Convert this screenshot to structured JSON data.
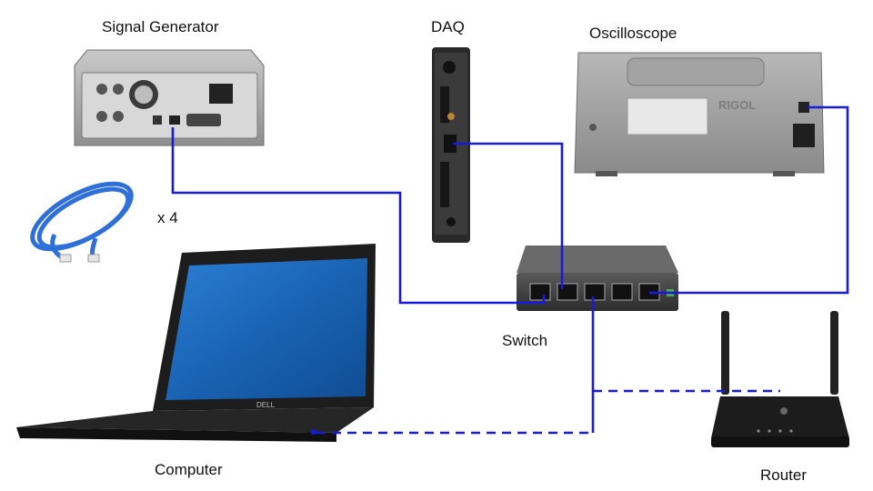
{
  "labels": {
    "signal_generator": "Signal Generator",
    "daq": "DAQ",
    "oscilloscope": "Oscilloscope",
    "cable_count": "x 4",
    "switch": "Switch",
    "computer": "Computer",
    "router": "Router"
  },
  "device_text": {
    "oscilloscope_brand": "RIGOL",
    "computer_brand": "DELL"
  },
  "connections": [
    {
      "from": "Signal Generator",
      "to": "Switch",
      "style": "solid"
    },
    {
      "from": "DAQ",
      "to": "Switch",
      "style": "solid"
    },
    {
      "from": "Oscilloscope",
      "to": "Switch",
      "style": "solid"
    },
    {
      "from": "Computer",
      "to": "Switch",
      "style": "dashed"
    },
    {
      "from": "Router",
      "to": "Switch",
      "style": "dashed"
    }
  ],
  "colors": {
    "link": "#1a1adb",
    "device_dark": "#2a2a2a",
    "device_gray": "#9a9a9a",
    "screen": "#1e6fc4",
    "cable": "#2f6fd8"
  }
}
